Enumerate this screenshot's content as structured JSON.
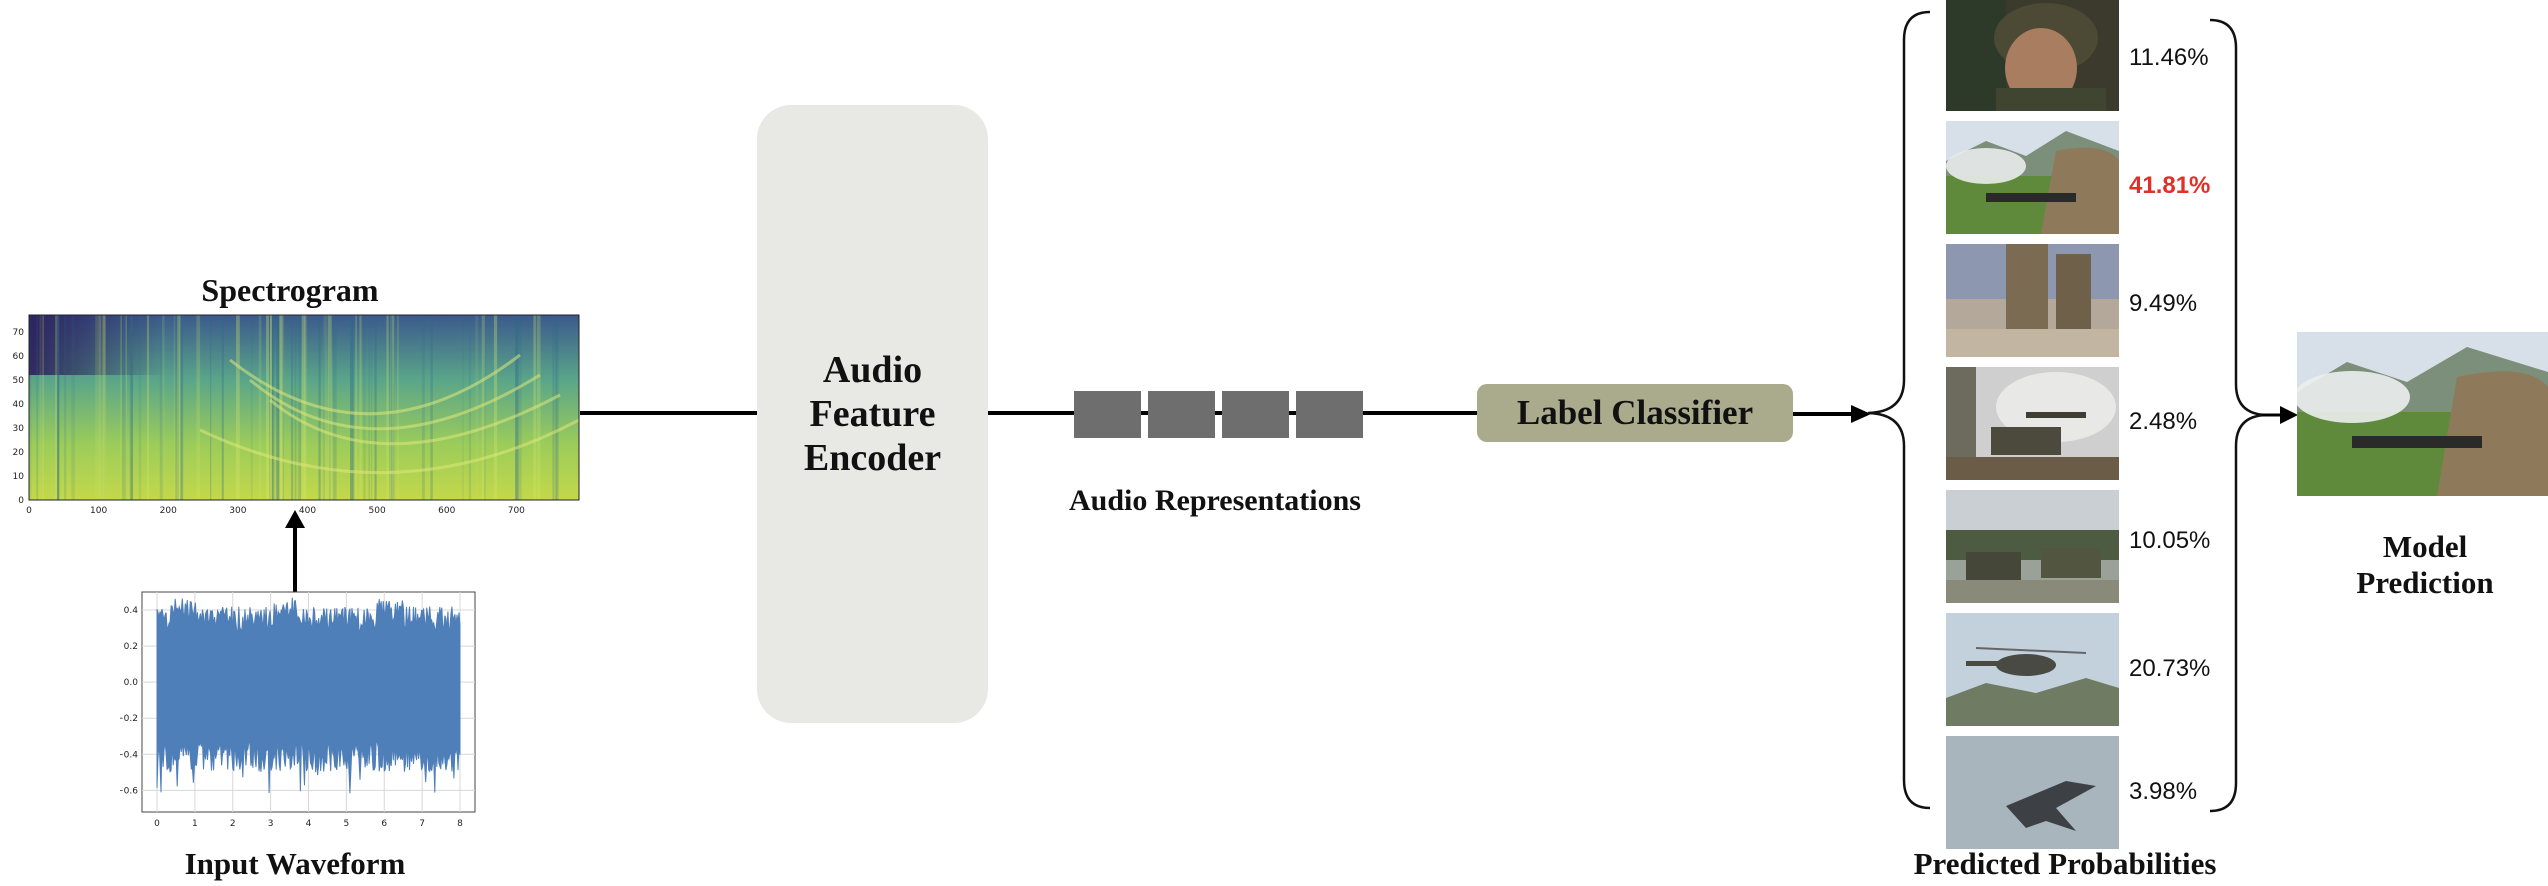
{
  "spectrogram": {
    "title": "Spectrogram",
    "y_ticks": [
      "0",
      "10",
      "20",
      "30",
      "40",
      "50",
      "60",
      "70"
    ],
    "x_ticks": [
      "0",
      "100",
      "200",
      "300",
      "400",
      "500",
      "600",
      "700"
    ]
  },
  "waveform": {
    "label": "Input Waveform",
    "y_ticks": [
      "0.4",
      "0.2",
      "0.0",
      "−0.2",
      "−0.4",
      "−0.6"
    ],
    "x_ticks": [
      "0",
      "1",
      "2",
      "3",
      "4",
      "5",
      "6",
      "7",
      "8"
    ]
  },
  "encoder": {
    "label": "Audio\nFeature\nEncoder"
  },
  "representations": {
    "label": "Audio Representations",
    "block_count": 4
  },
  "classifier": {
    "label": "Label Classifier"
  },
  "probabilities": {
    "label": "Predicted Probabilities",
    "highlight_color": "#e0302a",
    "items": [
      {
        "percent": "11.46%",
        "image": "soldier-portrait",
        "highlight": false
      },
      {
        "percent": "41.81%",
        "image": "soldier-machine-gun",
        "highlight": true
      },
      {
        "percent": "9.49%",
        "image": "soldiers-marching",
        "highlight": false
      },
      {
        "percent": "2.48%",
        "image": "artillery-firing",
        "highlight": false
      },
      {
        "percent": "10.05%",
        "image": "military-vehicles",
        "highlight": false
      },
      {
        "percent": "20.73%",
        "image": "helicopter",
        "highlight": false
      },
      {
        "percent": "3.98%",
        "image": "fighter-jet",
        "highlight": false
      }
    ]
  },
  "prediction": {
    "label_line1": "Model",
    "label_line2": "Prediction",
    "image": "soldier-machine-gun"
  }
}
